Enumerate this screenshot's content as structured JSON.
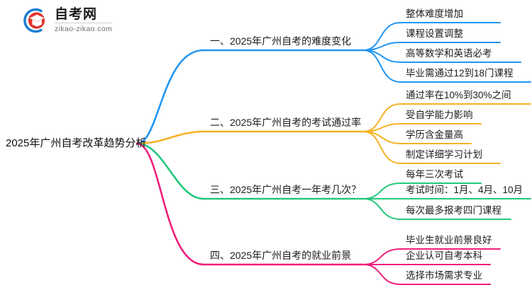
{
  "logo": {
    "icon": "graduation-cap-swoosh-logo",
    "title": "自考网",
    "domain": "zikao-zikao.com"
  },
  "mindmap": {
    "root": {
      "label": "2025年广州自考改革趋势分析"
    },
    "branches": [
      {
        "label": "一、2025年广州自考的难度变化",
        "color": "#2196f3",
        "children": [
          {
            "label": "整体难度增加"
          },
          {
            "label": "课程设置调整"
          },
          {
            "label": "高等数学和英语必考"
          },
          {
            "label": "毕业需通过12到18门课程"
          }
        ]
      },
      {
        "label": "二、2025年广州自考的考试通过率",
        "color": "#f5b324",
        "children": [
          {
            "label": "通过率在10%到30%之间"
          },
          {
            "label": "受自学能力影响"
          },
          {
            "label": "学历含金量高"
          },
          {
            "label": "制定详细学习计划"
          }
        ]
      },
      {
        "label": "三、2025年广州自考一年考几次？",
        "color": "#23c87d",
        "children": [
          {
            "label": "每年三次考试"
          },
          {
            "label": "考试时间：1月、4月、10月"
          },
          {
            "label": "每次最多报考四门课程"
          }
        ]
      },
      {
        "label": "四、2025年广州自考的就业前景",
        "color": "#ef1f7d",
        "children": [
          {
            "label": "毕业生就业前景良好"
          },
          {
            "label": "企业认可自考本科"
          },
          {
            "label": "选择市场需求专业"
          }
        ]
      }
    ]
  },
  "colors": {
    "blue": "#2196f3",
    "orange": "#f5b324",
    "green": "#23c87d",
    "pink": "#ef1f7d",
    "logo_blue": "#1b7fd4",
    "logo_red": "#e0342c",
    "text": "#1c1c1c"
  }
}
